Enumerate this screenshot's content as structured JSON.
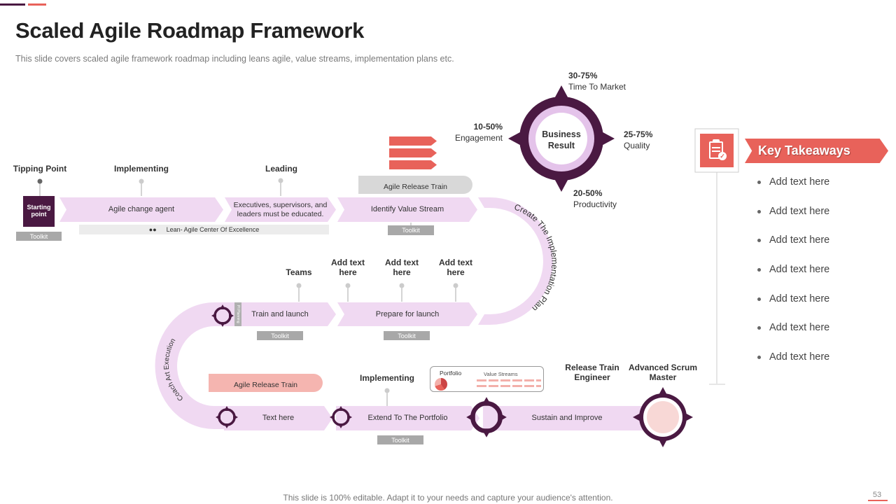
{
  "title": "Scaled Agile Roadmap Framework",
  "subtitle": "This slide covers scaled agile framework roadmap including leans agile, value streams, implementation plans etc.",
  "row1": {
    "starting_point": "Starting point",
    "milestones": [
      "Tipping Point",
      "Implementing",
      "Leading"
    ],
    "steps": [
      "Agile change agent",
      "Executives, supervisors, and leaders must be educated.",
      "Identify Value Stream"
    ],
    "lean_bar": "Lean- Agile Center Of Excellence",
    "toolkit": "Toolkit",
    "train": "Agile Release Train"
  },
  "curve_right": "Create The Implementation Plan",
  "row2": {
    "labels": [
      "Teams",
      "Add text here",
      "Add text here",
      "Add text here"
    ],
    "steps": [
      "Train and launch",
      "Prepare for launch"
    ],
    "tiny_label": "PI Planning",
    "toolkit": "Toolkit"
  },
  "curve_left": "Coach Art Execution",
  "row3": {
    "train": "Agile Release Train",
    "implementing": "Implementing",
    "steps": [
      "Text here",
      "Extend To The Portfolio",
      "Sustain and Improve"
    ],
    "portfolio_box": {
      "portfolio": "Portfolio",
      "value_streams": "Value Streams"
    },
    "roles": [
      "Release Train Engineer",
      "Advanced Scrum Master"
    ],
    "toolkit": "Toolkit"
  },
  "business_result": {
    "center": "Business Result",
    "metrics": [
      {
        "value": "30-75%",
        "label": "Time To Market"
      },
      {
        "value": "10-50%",
        "label": "Engagement"
      },
      {
        "value": "25-75%",
        "label": "Quality"
      },
      {
        "value": "20-50%",
        "label": "Productivity"
      }
    ]
  },
  "takeaways": {
    "title": "Key Takeaways",
    "icon": "clipboard-check-icon",
    "items": [
      "Add text here",
      "Add text here",
      "Add text here",
      "Add text here",
      "Add text here",
      "Add text here",
      "Add text here"
    ]
  },
  "footer": "This slide is 100% editable. Adapt it to your needs and capture your audience's attention.",
  "page_number": "53",
  "colors": {
    "dark_purple": "#4a1942",
    "light_purple": "#f0d9f2",
    "coral": "#e8625a",
    "toolkit_gray": "#a8a8a8"
  }
}
